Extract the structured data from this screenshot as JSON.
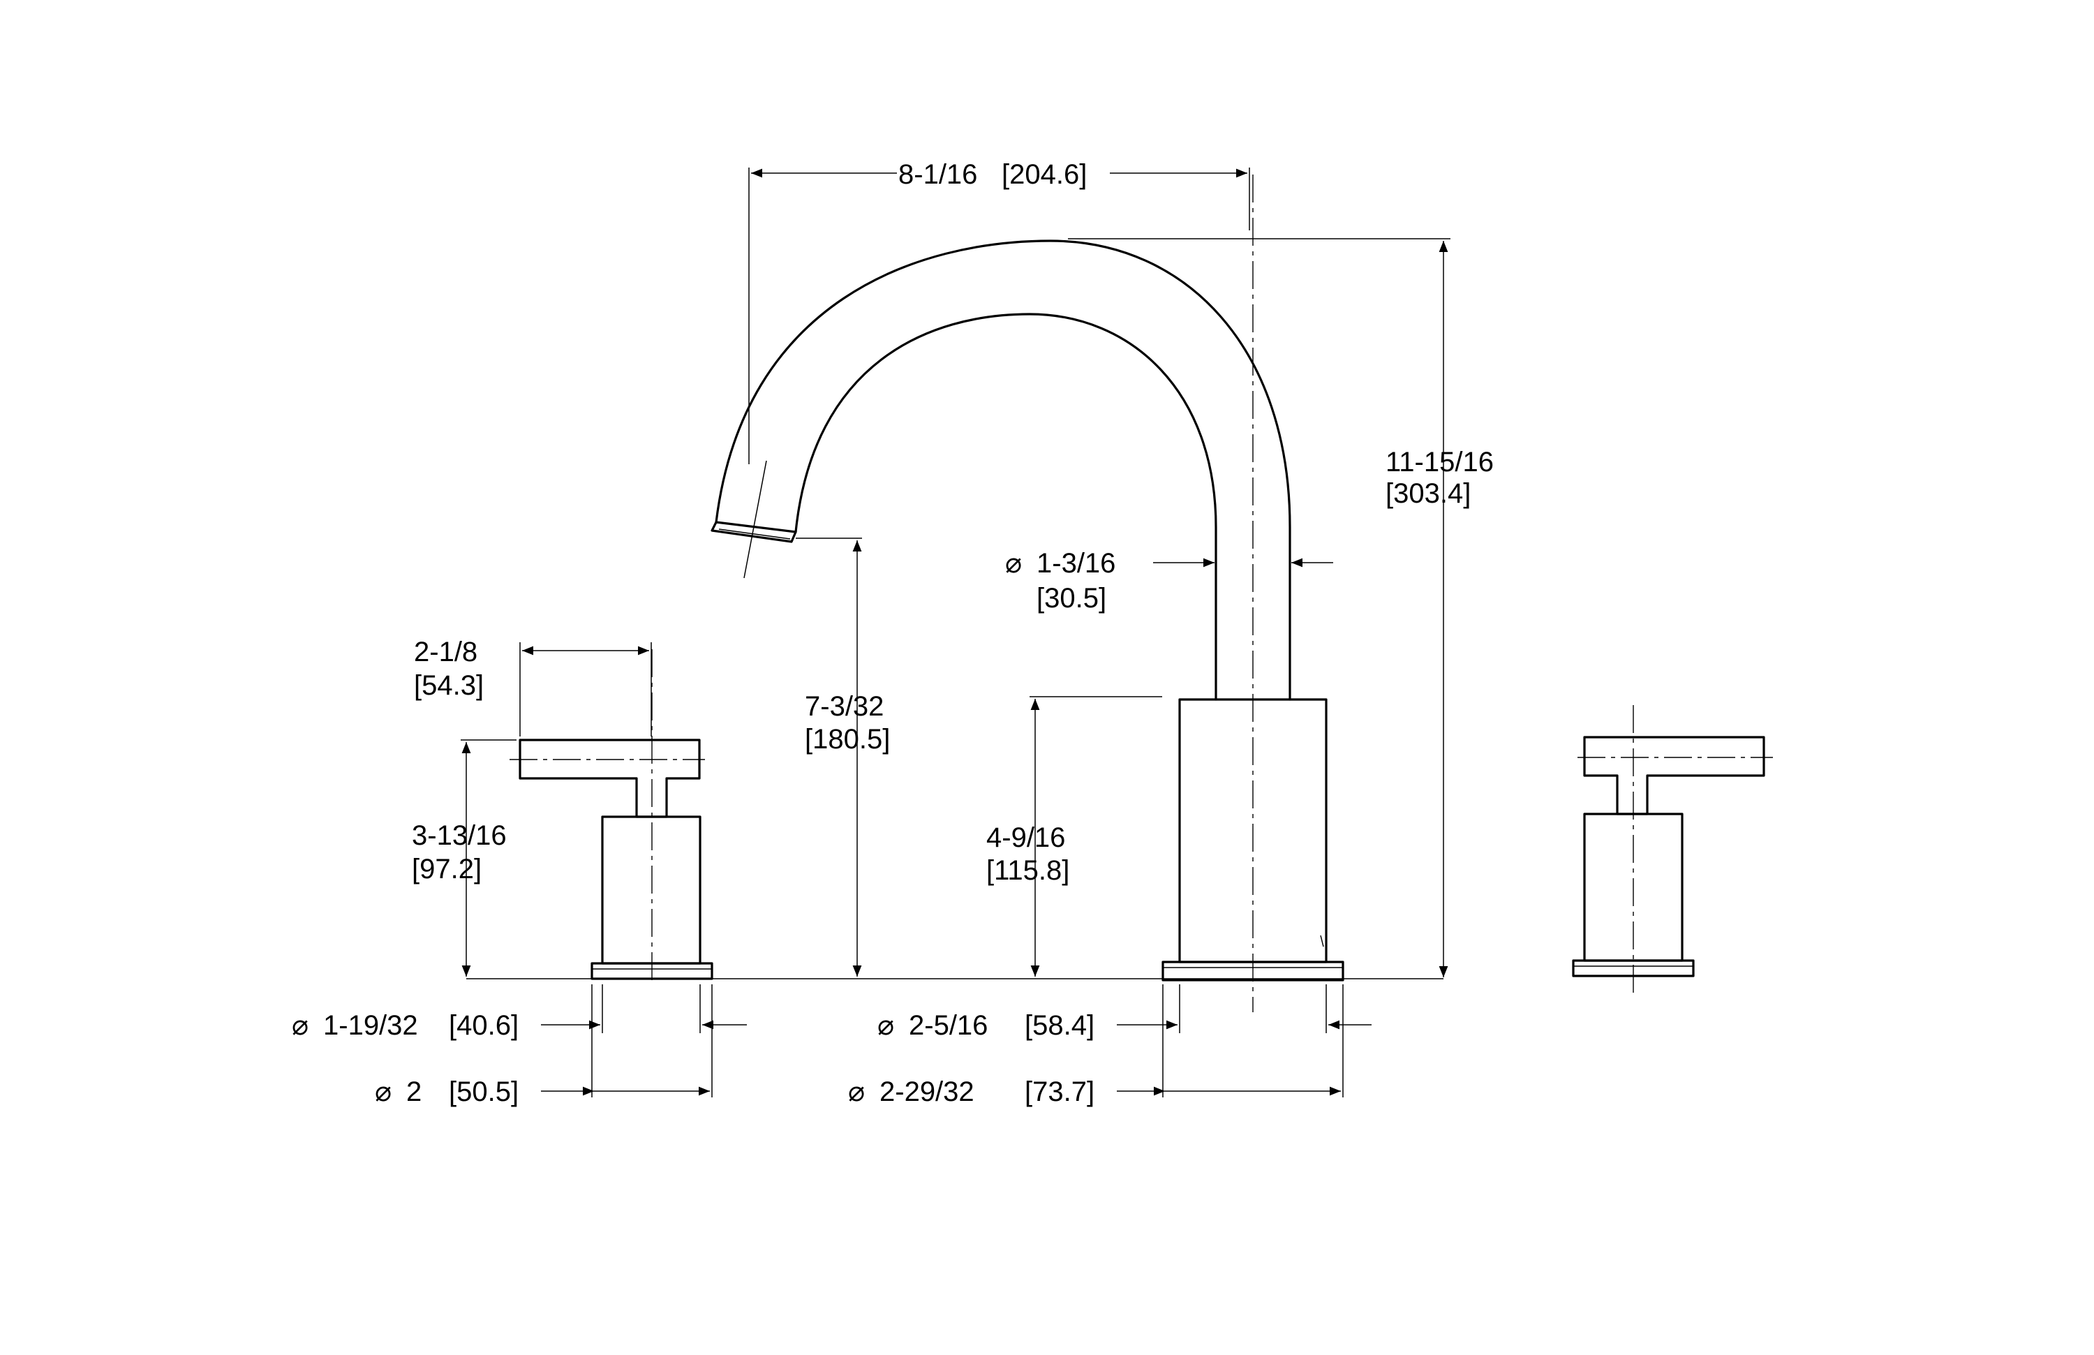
{
  "dimensions": {
    "spout_reach": {
      "imperial": "8-1/16",
      "metric": "[204.6]"
    },
    "overall_height": {
      "imperial": "11-15/16",
      "metric": "[303.4]"
    },
    "spout_diameter": {
      "symbol": "⌀",
      "imperial": "1-3/16",
      "metric": "[30.5]"
    },
    "spout_clearance": {
      "imperial": "7-3/32",
      "metric": "[180.5]"
    },
    "body_height": {
      "imperial": "4-9/16",
      "metric": "[115.8]"
    },
    "handle_length": {
      "imperial": "2-1/8",
      "metric": "[54.3]"
    },
    "handle_height": {
      "imperial": "3-13/16",
      "metric": "[97.2]"
    },
    "handle_body_diameter": {
      "symbol": "⌀",
      "imperial": "1-19/32",
      "metric": "[40.6]"
    },
    "handle_base_diameter": {
      "symbol": "⌀",
      "imperial": "2",
      "metric": "[50.5]"
    },
    "spout_body_diameter": {
      "symbol": "⌀",
      "imperial": "2-5/16",
      "metric": "[58.4]"
    },
    "spout_base_diameter": {
      "symbol": "⌀",
      "imperial": "2-29/32",
      "metric": "[73.7]"
    }
  }
}
